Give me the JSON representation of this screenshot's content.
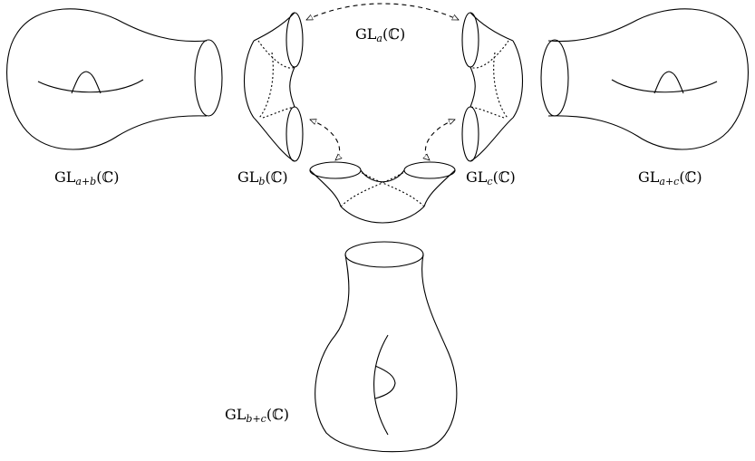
{
  "labels": {
    "gl_a": {
      "base": "GL",
      "sub": "a",
      "suffix": "(ℂ)"
    },
    "gl_b": {
      "base": "GL",
      "sub": "b",
      "suffix": "(ℂ)"
    },
    "gl_c": {
      "base": "GL",
      "sub": "c",
      "suffix": "(ℂ)"
    },
    "gl_a_b": {
      "base": "GL",
      "sub": "a+b",
      "suffix": "(ℂ)"
    },
    "gl_a_c": {
      "base": "GL",
      "sub": "a+c",
      "suffix": "(ℂ)"
    },
    "gl_b_c": {
      "base": "GL",
      "sub": "b+c",
      "suffix": "(ℂ)"
    }
  }
}
